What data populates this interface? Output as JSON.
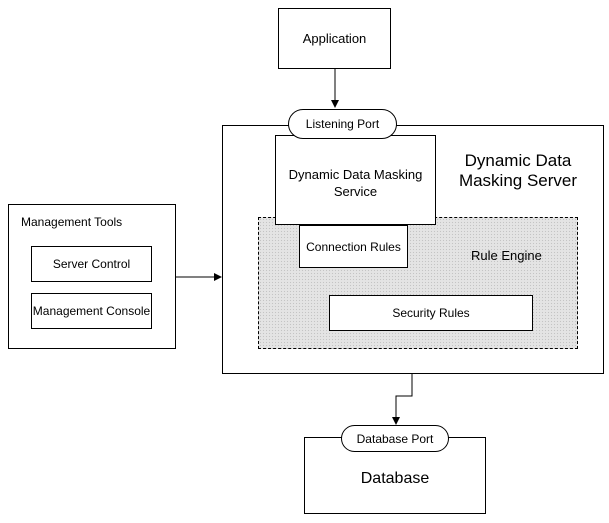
{
  "diagram": {
    "application": "Application",
    "listening_port": "Listening Port",
    "server_title": "Dynamic Data\nMasking Server",
    "service": "Dynamic Data Masking\nService",
    "connection_rules": "Connection Rules",
    "rule_engine": "Rule Engine",
    "security_rules": "Security Rules",
    "management_tools": "Management Tools",
    "server_control": "Server Control",
    "management_console": "Management Console",
    "database_port": "Database Port",
    "database": "Database"
  },
  "colors": {
    "line": "#000000",
    "rule_engine_fill": "#e4e4e4",
    "box_fill": "#ffffff"
  }
}
